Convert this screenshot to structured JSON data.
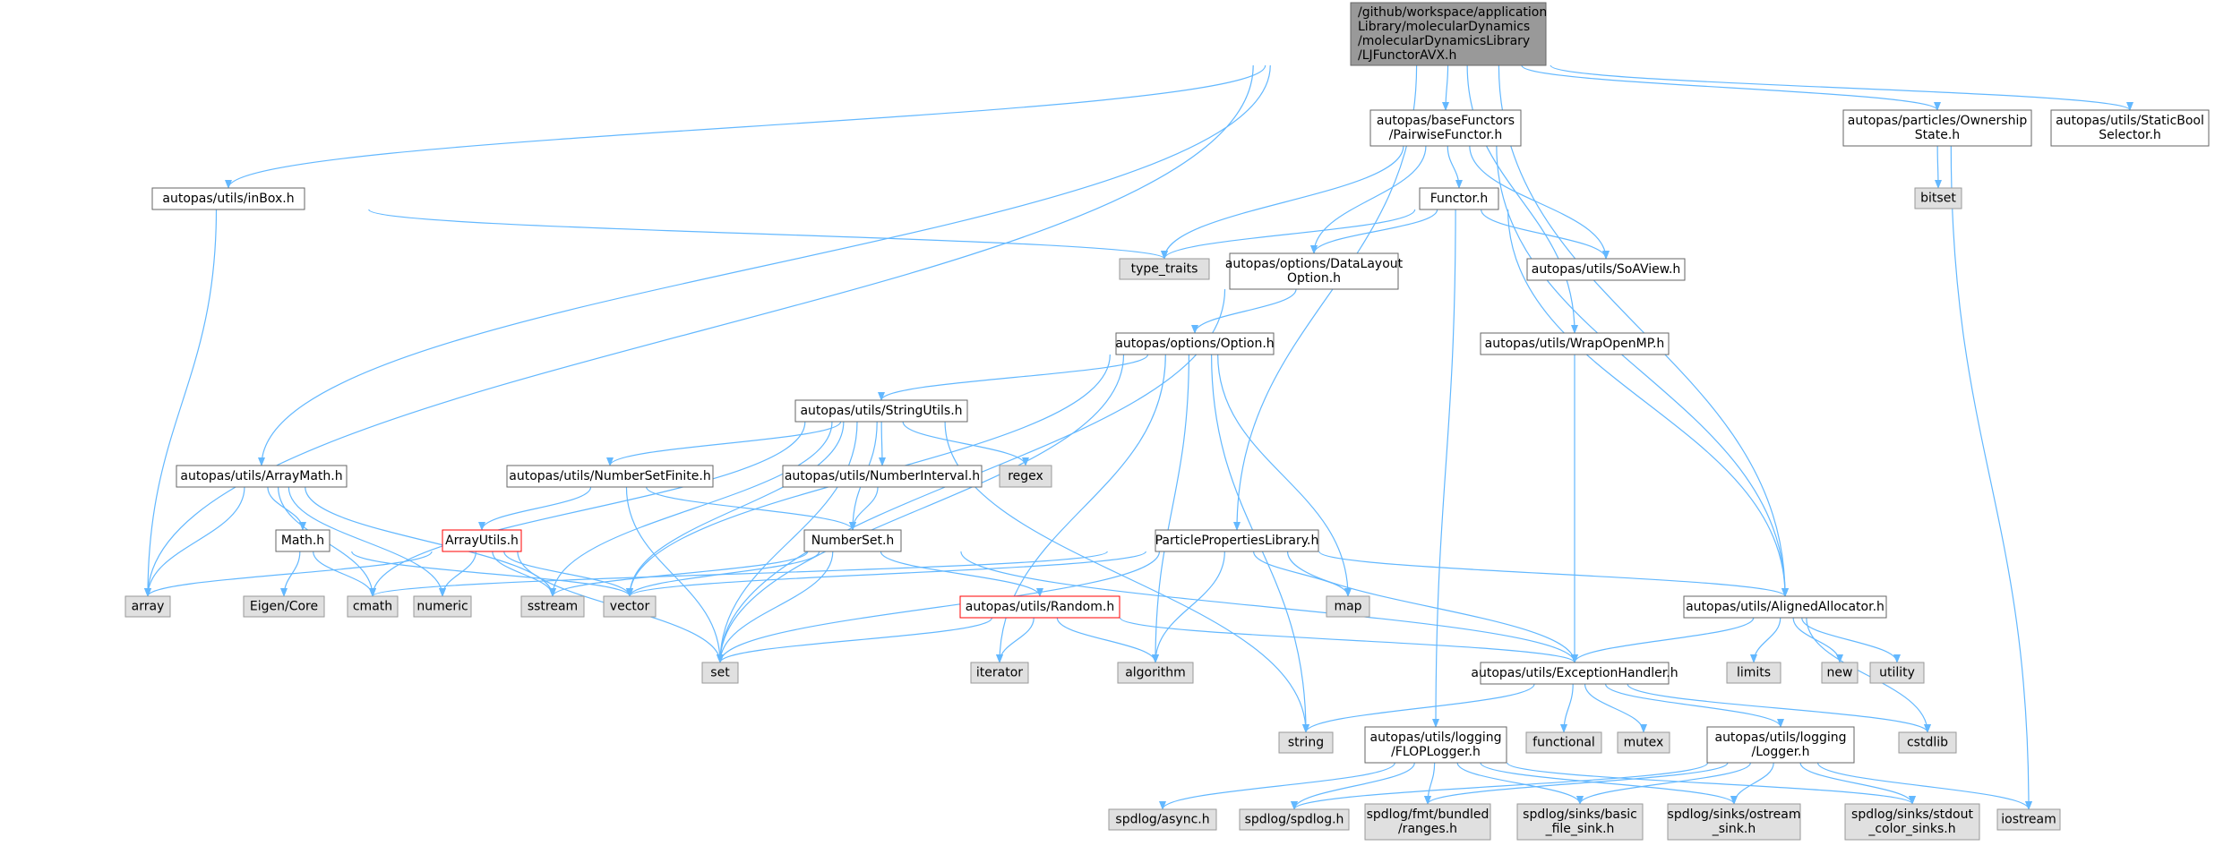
{
  "colors": {
    "edge": "#63b8ff",
    "box_border": "#666666",
    "root_fill": "#999999",
    "root_border": "#666666",
    "external_fill": "#e0e0e0",
    "external_border": "#999999",
    "truncated_border": "#ff0000",
    "normal_fill": "#ffffff"
  },
  "nodes": [
    {
      "id": "root",
      "lines": [
        "/github/workspace/application",
        "Library/molecularDynamics",
        "/molecularDynamicsLibrary",
        "/LJFunctorAVX.h"
      ],
      "kind": "root"
    },
    {
      "id": "pairwise",
      "lines": [
        "autopas/baseFunctors",
        "/PairwiseFunctor.h"
      ],
      "kind": "normal"
    },
    {
      "id": "ownership",
      "lines": [
        "autopas/particles/Ownership",
        "State.h"
      ],
      "kind": "normal"
    },
    {
      "id": "staticbool",
      "lines": [
        "autopas/utils/StaticBool",
        "Selector.h"
      ],
      "kind": "normal"
    },
    {
      "id": "bitset",
      "lines": [
        "bitset"
      ],
      "kind": "external"
    },
    {
      "id": "inbox",
      "lines": [
        "autopas/utils/inBox.h"
      ],
      "kind": "normal"
    },
    {
      "id": "functor",
      "lines": [
        "Functor.h"
      ],
      "kind": "normal"
    },
    {
      "id": "typetraits",
      "lines": [
        "type_traits"
      ],
      "kind": "external"
    },
    {
      "id": "datalayout",
      "lines": [
        "autopas/options/DataLayout",
        "Option.h"
      ],
      "kind": "normal"
    },
    {
      "id": "soaview",
      "lines": [
        "autopas/utils/SoAView.h"
      ],
      "kind": "normal"
    },
    {
      "id": "wrapopenmp",
      "lines": [
        "autopas/utils/WrapOpenMP.h"
      ],
      "kind": "normal"
    },
    {
      "id": "option",
      "lines": [
        "autopas/options/Option.h"
      ],
      "kind": "normal"
    },
    {
      "id": "stringutils",
      "lines": [
        "autopas/utils/StringUtils.h"
      ],
      "kind": "normal"
    },
    {
      "id": "arraymath",
      "lines": [
        "autopas/utils/ArrayMath.h"
      ],
      "kind": "normal"
    },
    {
      "id": "numbersetfinite",
      "lines": [
        "autopas/utils/NumberSetFinite.h"
      ],
      "kind": "normal"
    },
    {
      "id": "numberinterval",
      "lines": [
        "autopas/utils/NumberInterval.h"
      ],
      "kind": "normal"
    },
    {
      "id": "regex",
      "lines": [
        "regex"
      ],
      "kind": "external"
    },
    {
      "id": "math",
      "lines": [
        "Math.h"
      ],
      "kind": "normal"
    },
    {
      "id": "arrayutils",
      "lines": [
        "ArrayUtils.h"
      ],
      "kind": "truncated"
    },
    {
      "id": "numberset",
      "lines": [
        "NumberSet.h"
      ],
      "kind": "normal"
    },
    {
      "id": "ppl",
      "lines": [
        "ParticlePropertiesLibrary.h"
      ],
      "kind": "normal"
    },
    {
      "id": "array",
      "lines": [
        "array"
      ],
      "kind": "external"
    },
    {
      "id": "eigen",
      "lines": [
        "Eigen/Core"
      ],
      "kind": "external"
    },
    {
      "id": "cmath",
      "lines": [
        "cmath"
      ],
      "kind": "external"
    },
    {
      "id": "numeric",
      "lines": [
        "numeric"
      ],
      "kind": "external"
    },
    {
      "id": "sstream",
      "lines": [
        "sstream"
      ],
      "kind": "external"
    },
    {
      "id": "vector",
      "lines": [
        "vector"
      ],
      "kind": "external"
    },
    {
      "id": "random",
      "lines": [
        "autopas/utils/Random.h"
      ],
      "kind": "truncated"
    },
    {
      "id": "map",
      "lines": [
        "map"
      ],
      "kind": "external"
    },
    {
      "id": "alignedalloc",
      "lines": [
        "autopas/utils/AlignedAllocator.h"
      ],
      "kind": "normal"
    },
    {
      "id": "set",
      "lines": [
        "set"
      ],
      "kind": "external"
    },
    {
      "id": "iterator",
      "lines": [
        "iterator"
      ],
      "kind": "external"
    },
    {
      "id": "algorithm",
      "lines": [
        "algorithm"
      ],
      "kind": "external"
    },
    {
      "id": "exception",
      "lines": [
        "autopas/utils/ExceptionHandler.h"
      ],
      "kind": "normal"
    },
    {
      "id": "limits",
      "lines": [
        "limits"
      ],
      "kind": "external"
    },
    {
      "id": "new",
      "lines": [
        "new"
      ],
      "kind": "external"
    },
    {
      "id": "utility",
      "lines": [
        "utility"
      ],
      "kind": "external"
    },
    {
      "id": "string",
      "lines": [
        "string"
      ],
      "kind": "external"
    },
    {
      "id": "functional",
      "lines": [
        "functional"
      ],
      "kind": "external"
    },
    {
      "id": "mutex",
      "lines": [
        "mutex"
      ],
      "kind": "external"
    },
    {
      "id": "logger",
      "lines": [
        "autopas/utils/logging",
        "/Logger.h"
      ],
      "kind": "normal"
    },
    {
      "id": "cstdlib",
      "lines": [
        "cstdlib"
      ],
      "kind": "external"
    },
    {
      "id": "floplogger",
      "lines": [
        "autopas/utils/logging",
        "/FLOPLogger.h"
      ],
      "kind": "normal"
    },
    {
      "id": "spdasync",
      "lines": [
        "spdlog/async.h"
      ],
      "kind": "external"
    },
    {
      "id": "spdspd",
      "lines": [
        "spdlog/spdlog.h"
      ],
      "kind": "external"
    },
    {
      "id": "spdranges",
      "lines": [
        "spdlog/fmt/bundled",
        "/ranges.h"
      ],
      "kind": "external"
    },
    {
      "id": "spdbasic",
      "lines": [
        "spdlog/sinks/basic",
        "_file_sink.h"
      ],
      "kind": "external"
    },
    {
      "id": "spdostream",
      "lines": [
        "spdlog/sinks/ostream",
        "_sink.h"
      ],
      "kind": "external"
    },
    {
      "id": "spdstdout",
      "lines": [
        "spdlog/sinks/stdout",
        "_color_sinks.h"
      ],
      "kind": "external"
    },
    {
      "id": "iostream",
      "lines": [
        "iostream"
      ],
      "kind": "external"
    }
  ],
  "edges": [
    [
      "root",
      "pairwise"
    ],
    [
      "root",
      "ownership"
    ],
    [
      "root",
      "staticbool"
    ],
    [
      "root",
      "inbox"
    ],
    [
      "root",
      "arraymath"
    ],
    [
      "root",
      "array"
    ],
    [
      "root",
      "ppl"
    ],
    [
      "root",
      "wrapopenmp"
    ],
    [
      "root",
      "alignedalloc"
    ],
    [
      "pairwise",
      "functor"
    ],
    [
      "pairwise",
      "typetraits"
    ],
    [
      "pairwise",
      "datalayout"
    ],
    [
      "pairwise",
      "soaview"
    ],
    [
      "pairwise",
      "alignedalloc"
    ],
    [
      "ownership",
      "bitset"
    ],
    [
      "ownership",
      "iostream"
    ],
    [
      "inbox",
      "typetraits"
    ],
    [
      "inbox",
      "array"
    ],
    [
      "functor",
      "typetraits"
    ],
    [
      "functor",
      "datalayout"
    ],
    [
      "functor",
      "soaview"
    ],
    [
      "functor",
      "alignedalloc"
    ],
    [
      "functor",
      "floplogger"
    ],
    [
      "datalayout",
      "option"
    ],
    [
      "datalayout",
      "set"
    ],
    [
      "wrapopenmp",
      "exception"
    ],
    [
      "option",
      "stringutils"
    ],
    [
      "option",
      "set"
    ],
    [
      "option",
      "vector"
    ],
    [
      "option",
      "map"
    ],
    [
      "option",
      "algorithm"
    ],
    [
      "option",
      "iterator"
    ],
    [
      "option",
      "string"
    ],
    [
      "stringutils",
      "numbersetfinite"
    ],
    [
      "stringutils",
      "numberinterval"
    ],
    [
      "stringutils",
      "regex"
    ],
    [
      "stringutils",
      "numberset"
    ],
    [
      "stringutils",
      "set"
    ],
    [
      "stringutils",
      "cmath"
    ],
    [
      "stringutils",
      "vector"
    ],
    [
      "stringutils",
      "sstream"
    ],
    [
      "stringutils",
      "string"
    ],
    [
      "arraymath",
      "math"
    ],
    [
      "arraymath",
      "array"
    ],
    [
      "arraymath",
      "cmath"
    ],
    [
      "arraymath",
      "numeric"
    ],
    [
      "arraymath",
      "sstream"
    ],
    [
      "numbersetfinite",
      "arrayutils"
    ],
    [
      "numbersetfinite",
      "numberset"
    ],
    [
      "numbersetfinite",
      "set"
    ],
    [
      "numberinterval",
      "numberset"
    ],
    [
      "math",
      "eigen"
    ],
    [
      "math",
      "cmath"
    ],
    [
      "math",
      "vector"
    ],
    [
      "arrayutils",
      "array"
    ],
    [
      "arrayutils",
      "numeric"
    ],
    [
      "arrayutils",
      "sstream"
    ],
    [
      "arrayutils",
      "vector"
    ],
    [
      "arrayutils",
      "set"
    ],
    [
      "numberset",
      "random"
    ],
    [
      "numberset",
      "set"
    ],
    [
      "numberset",
      "vector"
    ],
    [
      "numberset",
      "sstream"
    ],
    [
      "numberset",
      "exception"
    ],
    [
      "ppl",
      "map"
    ],
    [
      "ppl",
      "algorithm"
    ],
    [
      "ppl",
      "set"
    ],
    [
      "ppl",
      "vector"
    ],
    [
      "ppl",
      "cmath"
    ],
    [
      "ppl",
      "exception"
    ],
    [
      "ppl",
      "alignedalloc"
    ],
    [
      "random",
      "set"
    ],
    [
      "random",
      "iterator"
    ],
    [
      "random",
      "algorithm"
    ],
    [
      "random",
      "exception"
    ],
    [
      "alignedalloc",
      "limits"
    ],
    [
      "alignedalloc",
      "new"
    ],
    [
      "alignedalloc",
      "utility"
    ],
    [
      "alignedalloc",
      "cstdlib"
    ],
    [
      "alignedalloc",
      "exception"
    ],
    [
      "exception",
      "string"
    ],
    [
      "exception",
      "functional"
    ],
    [
      "exception",
      "mutex"
    ],
    [
      "exception",
      "logger"
    ],
    [
      "exception",
      "cstdlib"
    ],
    [
      "logger",
      "spdspd"
    ],
    [
      "logger",
      "spdranges"
    ],
    [
      "logger",
      "spdostream"
    ],
    [
      "logger",
      "spdstdout"
    ],
    [
      "logger",
      "spdbasic"
    ],
    [
      "logger",
      "iostream"
    ],
    [
      "floplogger",
      "spdasync"
    ],
    [
      "floplogger",
      "spdspd"
    ],
    [
      "floplogger",
      "spdranges"
    ],
    [
      "floplogger",
      "spdbasic"
    ],
    [
      "floplogger",
      "spdostream"
    ],
    [
      "floplogger",
      "spdstdout"
    ]
  ]
}
